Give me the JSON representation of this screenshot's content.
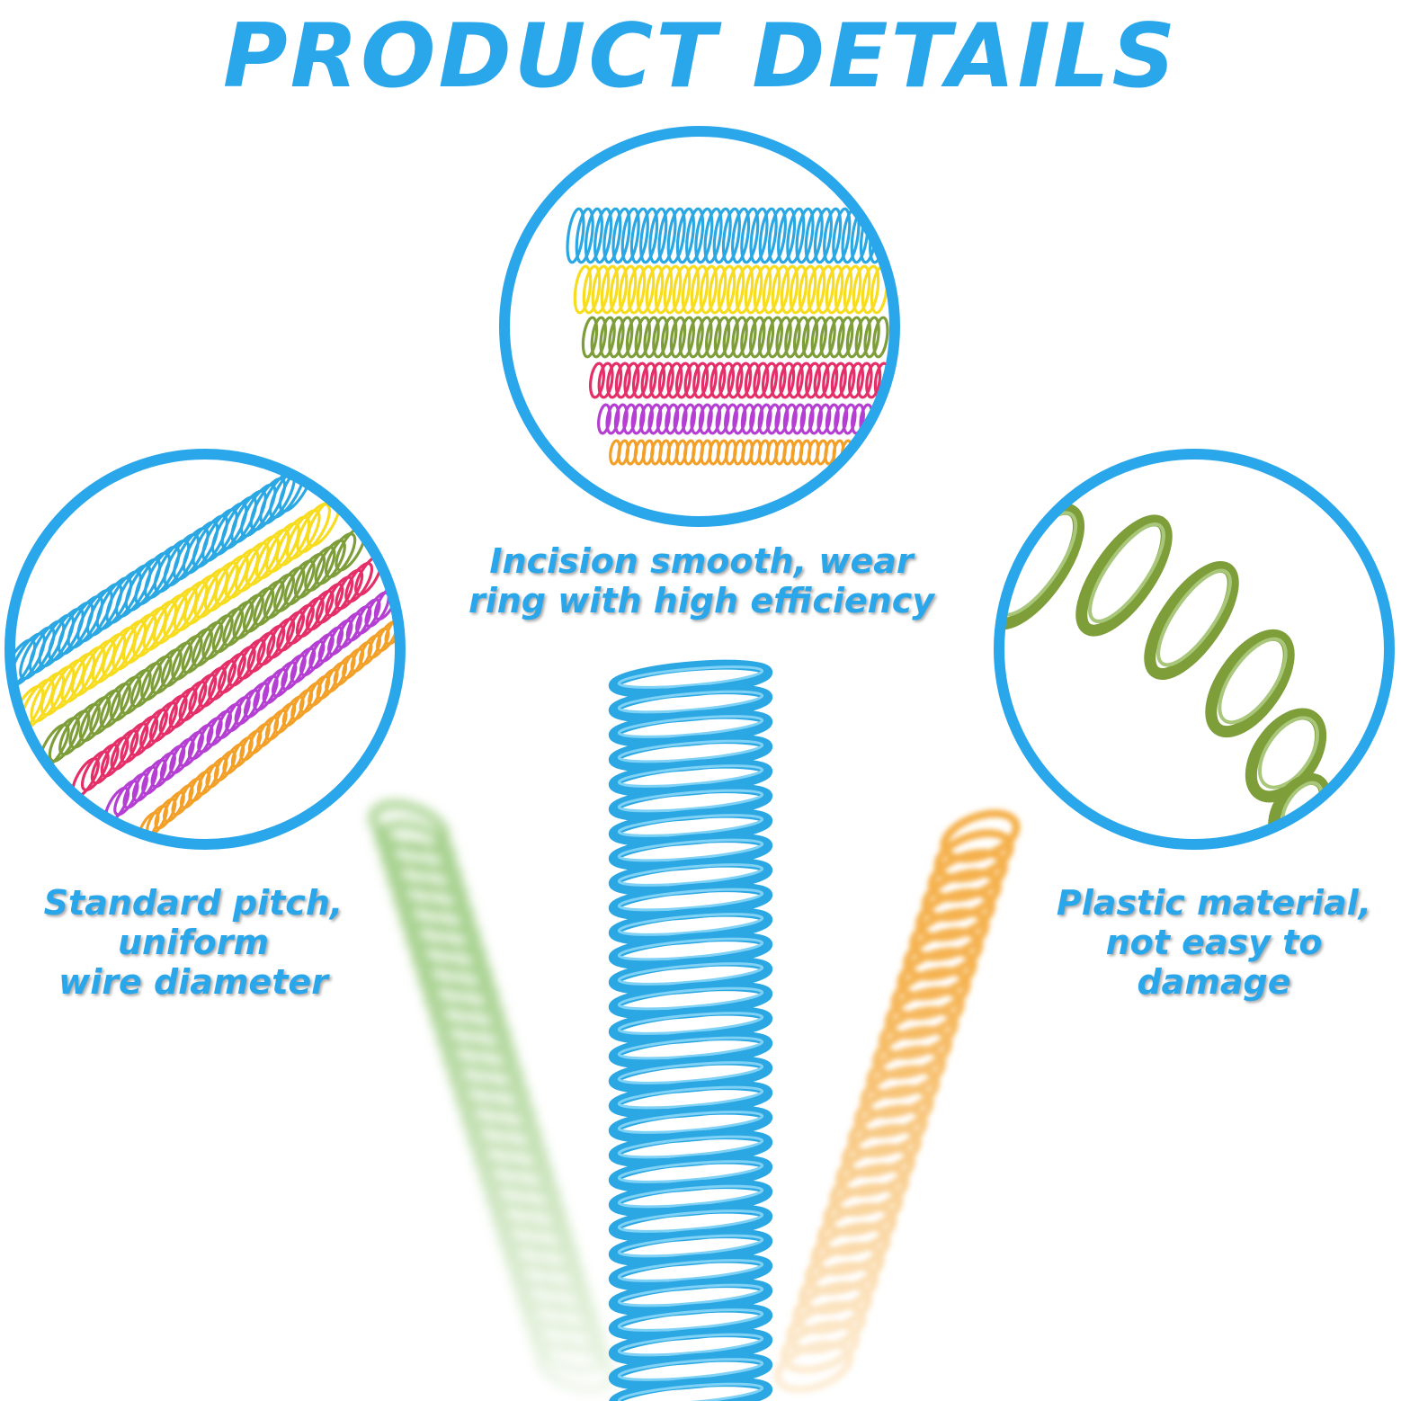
{
  "title": "PRODUCT DETAILS",
  "colors": {
    "accent": "#2aa7ea",
    "blue": "#2ba8e3",
    "yellow": "#f7dc20",
    "green": "#7e9e3a",
    "pink": "#e52f68",
    "purple": "#b43fd2",
    "orange": "#f3a028",
    "soft_green": "#8ac26a"
  },
  "captions": {
    "center": [
      "Incision smooth, wear",
      "ring with high efficiency"
    ],
    "left": [
      "Standard pitch,",
      "uniform",
      "wire diameter"
    ],
    "right": [
      "Plastic material,",
      "not easy to",
      "damage"
    ]
  },
  "images": {
    "center_circle": "colored-coils-horizontal",
    "left_circle": "colored-coils-diagonal",
    "right_circle": "green-coil-closeup",
    "foreground": [
      "blue-coil-vertical",
      "green-coil-tilted",
      "orange-coil-tilted"
    ]
  }
}
